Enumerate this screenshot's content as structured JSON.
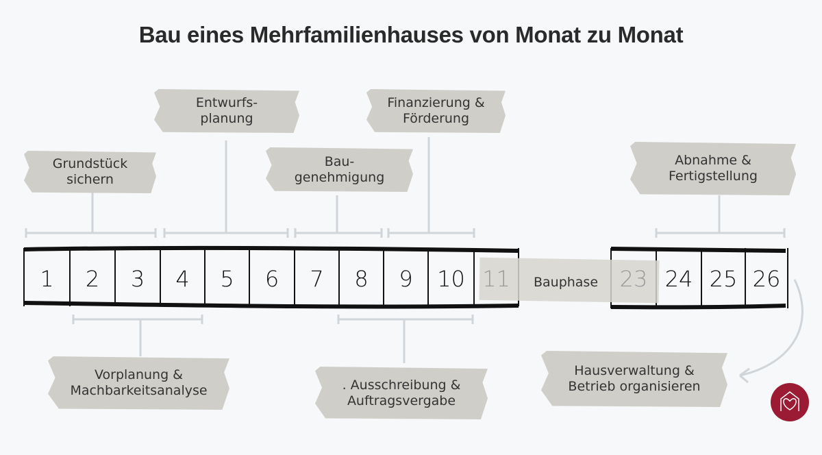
{
  "title": "Bau eines Mehrfamilienhauses von Monat zu Monat",
  "months_left": [
    "1",
    "2",
    "3",
    "4",
    "5",
    "6",
    "7",
    "8",
    "9",
    "10",
    "11"
  ],
  "months_right": [
    "23",
    "24",
    "25",
    "26"
  ],
  "gap_label": "Bauphase",
  "phases_top": [
    {
      "line1": "Grundstück",
      "line2": "sichern"
    },
    {
      "line1": "Entwurfs-",
      "line2": "planung"
    },
    {
      "line1": "Bau-",
      "line2": "genehmigung"
    },
    {
      "line1": "Finanzierung &",
      "line2": "Förderung"
    },
    {
      "line1": "Abnahme &",
      "line2": "Fertigstellung"
    }
  ],
  "phases_bottom": [
    {
      "line1": "Vorplanung &",
      "line2": "Machbarkeitsanalyse"
    },
    {
      "line1": ". Ausschreibung &",
      "line2": "Auftragsvergabe"
    },
    {
      "line1": "Hausverwaltung &",
      "line2": "Betrieb organisieren"
    }
  ],
  "colors": {
    "tape": "#cfcec8",
    "bracket": "#d0d5da",
    "logo": "#9b1b35"
  },
  "logo_icon": "house-heart-icon"
}
